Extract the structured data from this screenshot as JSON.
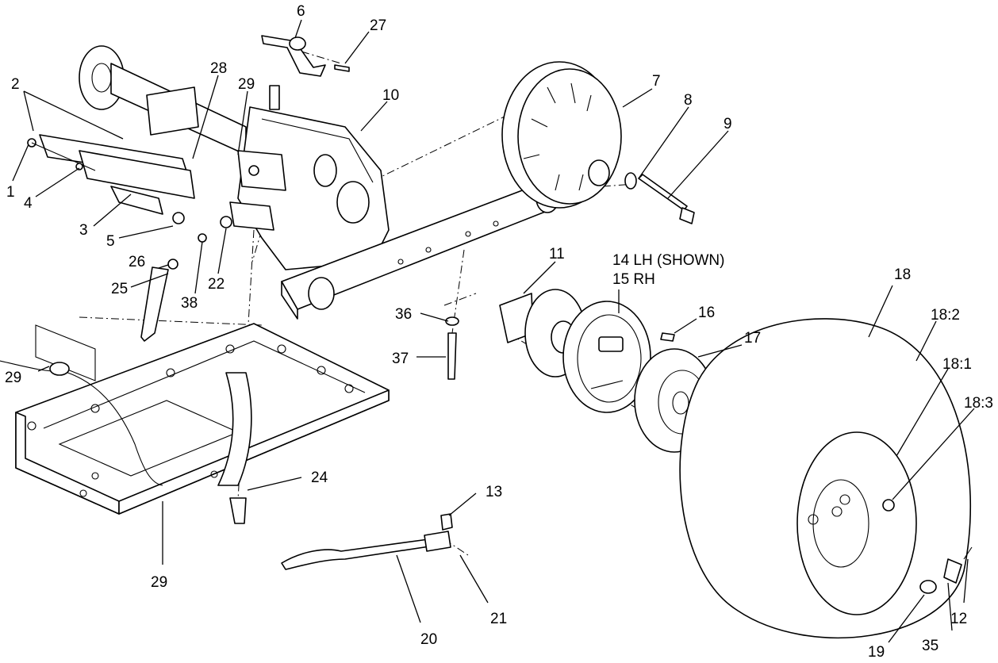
{
  "callouts": {
    "c1": "1",
    "c2": "2",
    "c3": "3",
    "c4": "4",
    "c5": "5",
    "c6": "6",
    "c7": "7",
    "c8": "8",
    "c9": "9",
    "c10": "10",
    "c11": "11",
    "c12": "12",
    "c13": "13",
    "c14": "14 LH (SHOWN)",
    "c15": "15 RH",
    "c16": "16",
    "c17": "17",
    "c18": "18",
    "c18_1": "18:1",
    "c18_2": "18:2",
    "c18_3": "18:3",
    "c19": "19",
    "c20": "20",
    "c21": "21",
    "c22": "22",
    "c24": "24",
    "c25": "25",
    "c26": "26",
    "c27": "27",
    "c28": "28",
    "c29_top": "29",
    "c29_left": "29",
    "c29_bottom": "29",
    "c35": "35",
    "c36": "36",
    "c37": "37",
    "c38": "38"
  }
}
